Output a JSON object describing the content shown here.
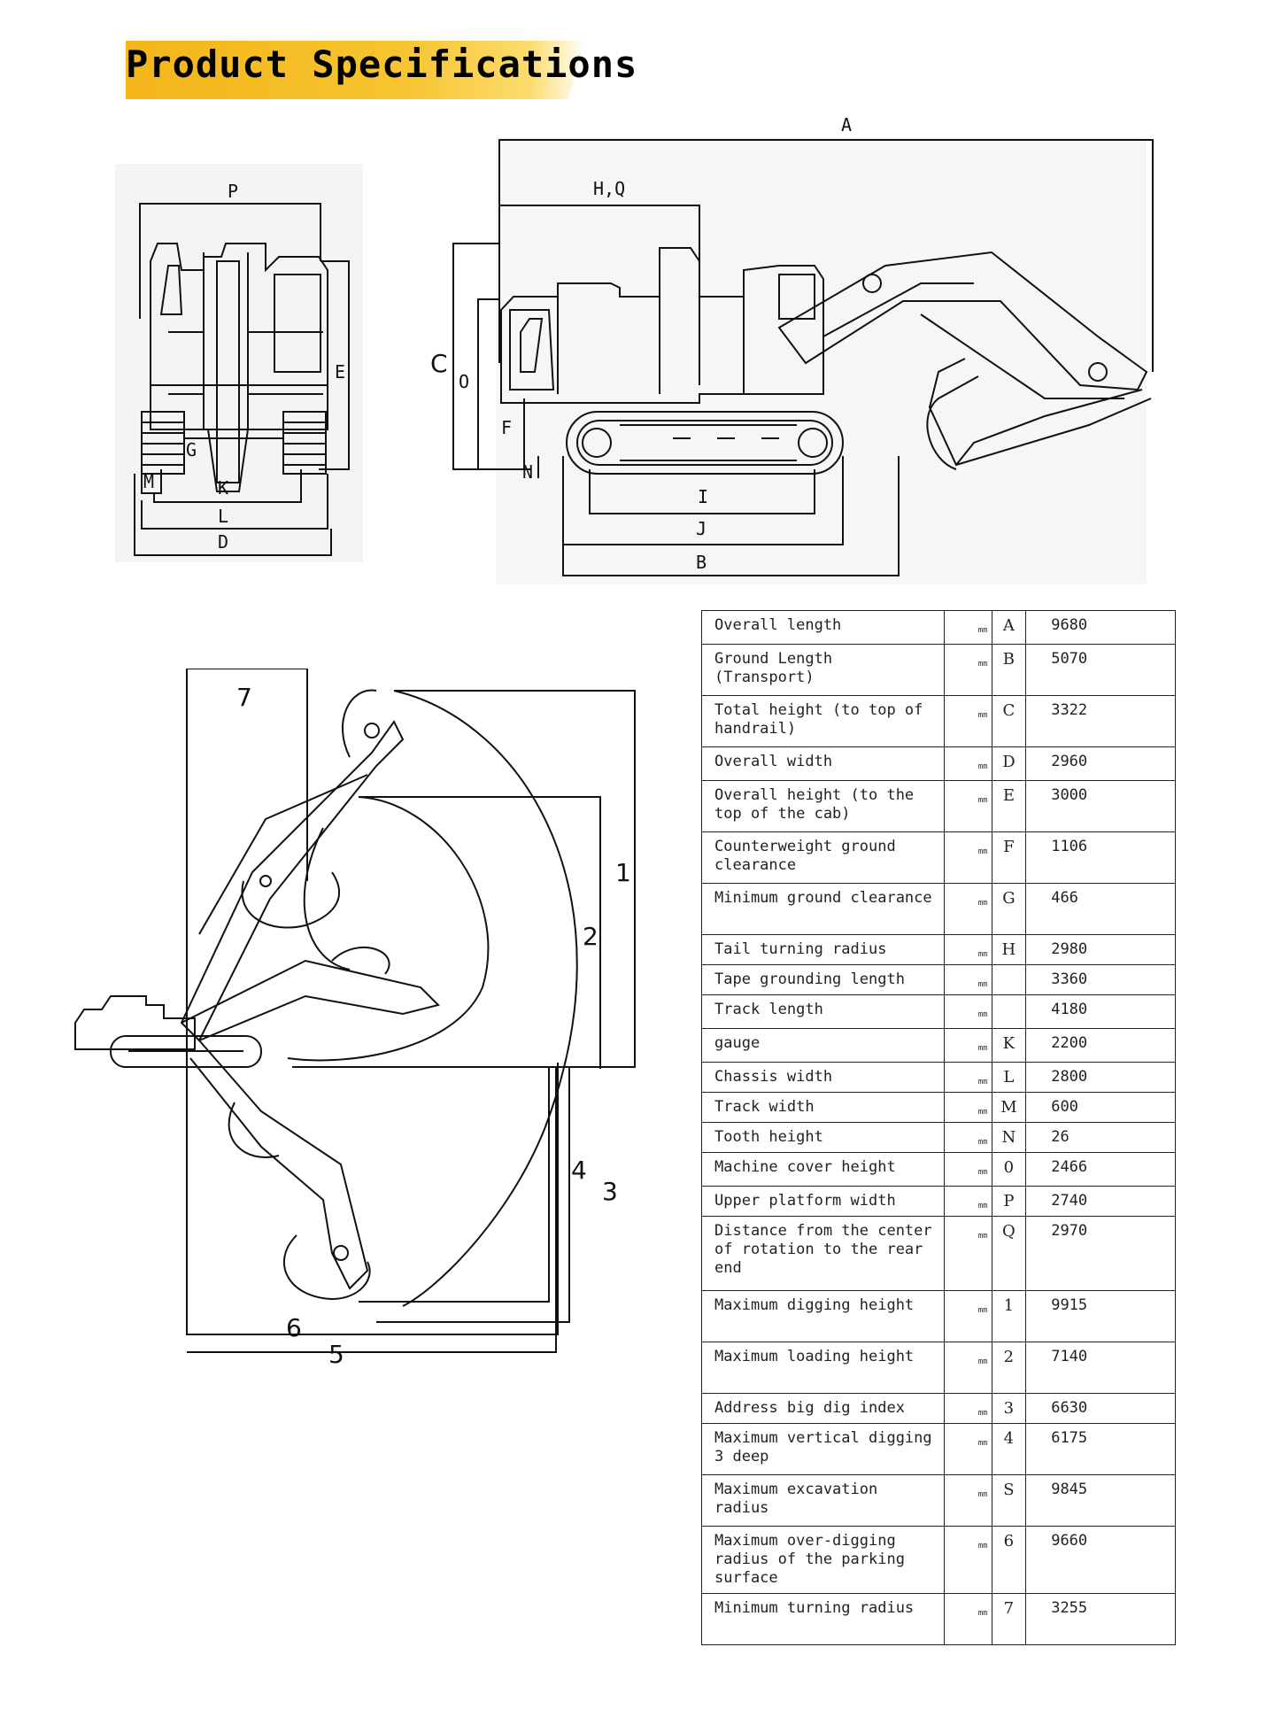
{
  "page": {
    "title": "Product Specifications"
  },
  "diagram_labels": {
    "front": [
      "P",
      "E",
      "G",
      "M",
      "K",
      "L",
      "D"
    ],
    "side": [
      "A",
      "H,Q",
      "C",
      "O",
      "F",
      "N",
      "I",
      "J",
      "B"
    ],
    "range": [
      "7",
      "1",
      "2",
      "3",
      "4",
      "6",
      "5"
    ]
  },
  "specs": [
    {
      "name": "Overall length",
      "unit": "mm",
      "code": "A",
      "value": "9680"
    },
    {
      "name": "Ground Length (Transport)",
      "unit": "mm",
      "code": "B",
      "value": "5070"
    },
    {
      "name": "Total height (to top of handrail)",
      "unit": "mm",
      "code": "C",
      "value": "3322"
    },
    {
      "name": "Overall width",
      "unit": "mm",
      "code": "D",
      "value": "2960"
    },
    {
      "name": "Overall height (to the top of the cab)",
      "unit": "mm",
      "code": "E",
      "value": "3000"
    },
    {
      "name": "Counterweight ground clearance",
      "unit": "mm",
      "code": "F",
      "value": "1106"
    },
    {
      "name": "Minimum ground clearance",
      "unit": "mm",
      "code": "G",
      "value": "466"
    },
    {
      "name": "Tail turning radius",
      "unit": "mm",
      "code": "H",
      "value": "2980"
    },
    {
      "name": "Tape grounding length",
      "unit": "mm",
      "code": "",
      "value": "3360"
    },
    {
      "name": "Track length",
      "unit": "mm",
      "code": "",
      "value": "4180"
    },
    {
      "name": "gauge",
      "unit": "mm",
      "code": "K",
      "value": "2200"
    },
    {
      "name": "Chassis width",
      "unit": "mm",
      "code": "L",
      "value": "2800"
    },
    {
      "name": "Track width",
      "unit": "mm",
      "code": "M",
      "value": "600"
    },
    {
      "name": "Tooth height",
      "unit": "mm",
      "code": "N",
      "value": "26"
    },
    {
      "name": "Machine cover height",
      "unit": "mm",
      "code": "0",
      "value": "2466"
    },
    {
      "name": "Upper platform width",
      "unit": "mm",
      "code": "P",
      "value": "2740"
    },
    {
      "name": "Distance from the center of rotation to the rear end",
      "unit": "mm",
      "code": "Q",
      "value": "2970"
    },
    {
      "name": "Maximum digging height",
      "unit": "mm",
      "code": "1",
      "value": "9915"
    },
    {
      "name": "Maximum loading height",
      "unit": "mm",
      "code": "2",
      "value": "7140"
    },
    {
      "name": "Address big dig index",
      "unit": "mm",
      "code": "3",
      "value": "6630"
    },
    {
      "name": "Maximum vertical digging 3 deep",
      "unit": "mm",
      "code": "4",
      "value": "6175"
    },
    {
      "name": "Maximum excavation radius",
      "unit": "mm",
      "code": "S",
      "value": "9845"
    },
    {
      "name": "Maximum over-digging radius of the parking surface",
      "unit": "mm",
      "code": "6",
      "value": "9660"
    },
    {
      "name": "Minimum turning radius",
      "unit": "mm",
      "code": "7",
      "value": "3255"
    }
  ]
}
